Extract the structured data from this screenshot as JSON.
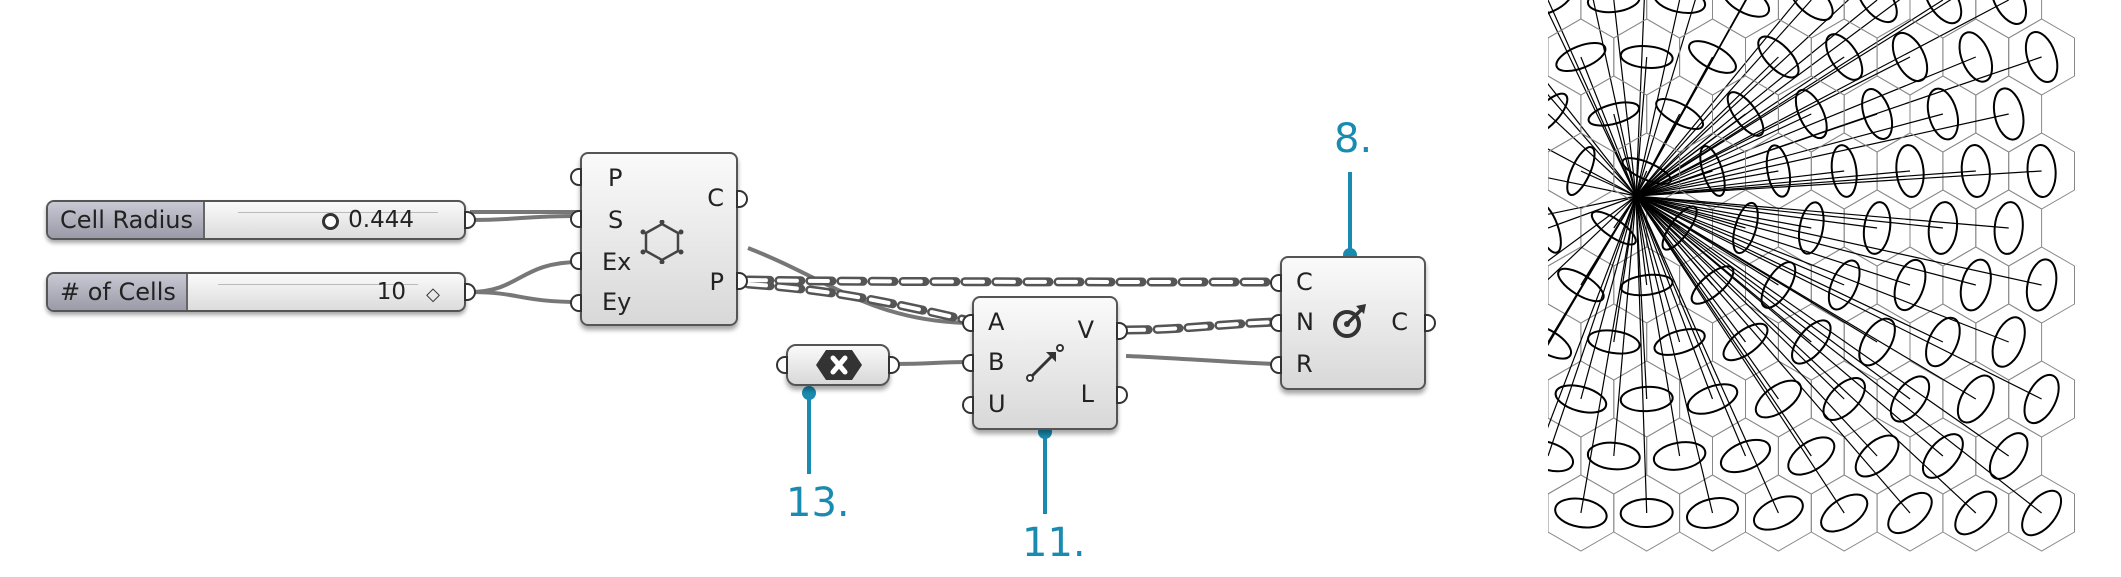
{
  "sliders": [
    {
      "name": "Cell Radius",
      "value": "0.444"
    },
    {
      "name": "# of Cells",
      "value": "10"
    }
  ],
  "hexgrid": {
    "inputs": [
      "P",
      "S",
      "Ex",
      "Ey"
    ],
    "outputs": [
      "C",
      "P"
    ],
    "icon": "hexagon-cells-icon"
  },
  "vector": {
    "inputs": [
      "A",
      "B",
      "U"
    ],
    "outputs": [
      "V",
      "L"
    ],
    "icon": "vector-arrow-icon"
  },
  "orient": {
    "inputs": [
      "C",
      "N",
      "R"
    ],
    "outputs": [
      "C"
    ],
    "icon": "circle-orient-icon"
  },
  "negate": {
    "icon": "negate-x-icon"
  },
  "callouts": {
    "c8": "8.",
    "c11": "11.",
    "c13": "13."
  },
  "accent": "#1a8bb0"
}
